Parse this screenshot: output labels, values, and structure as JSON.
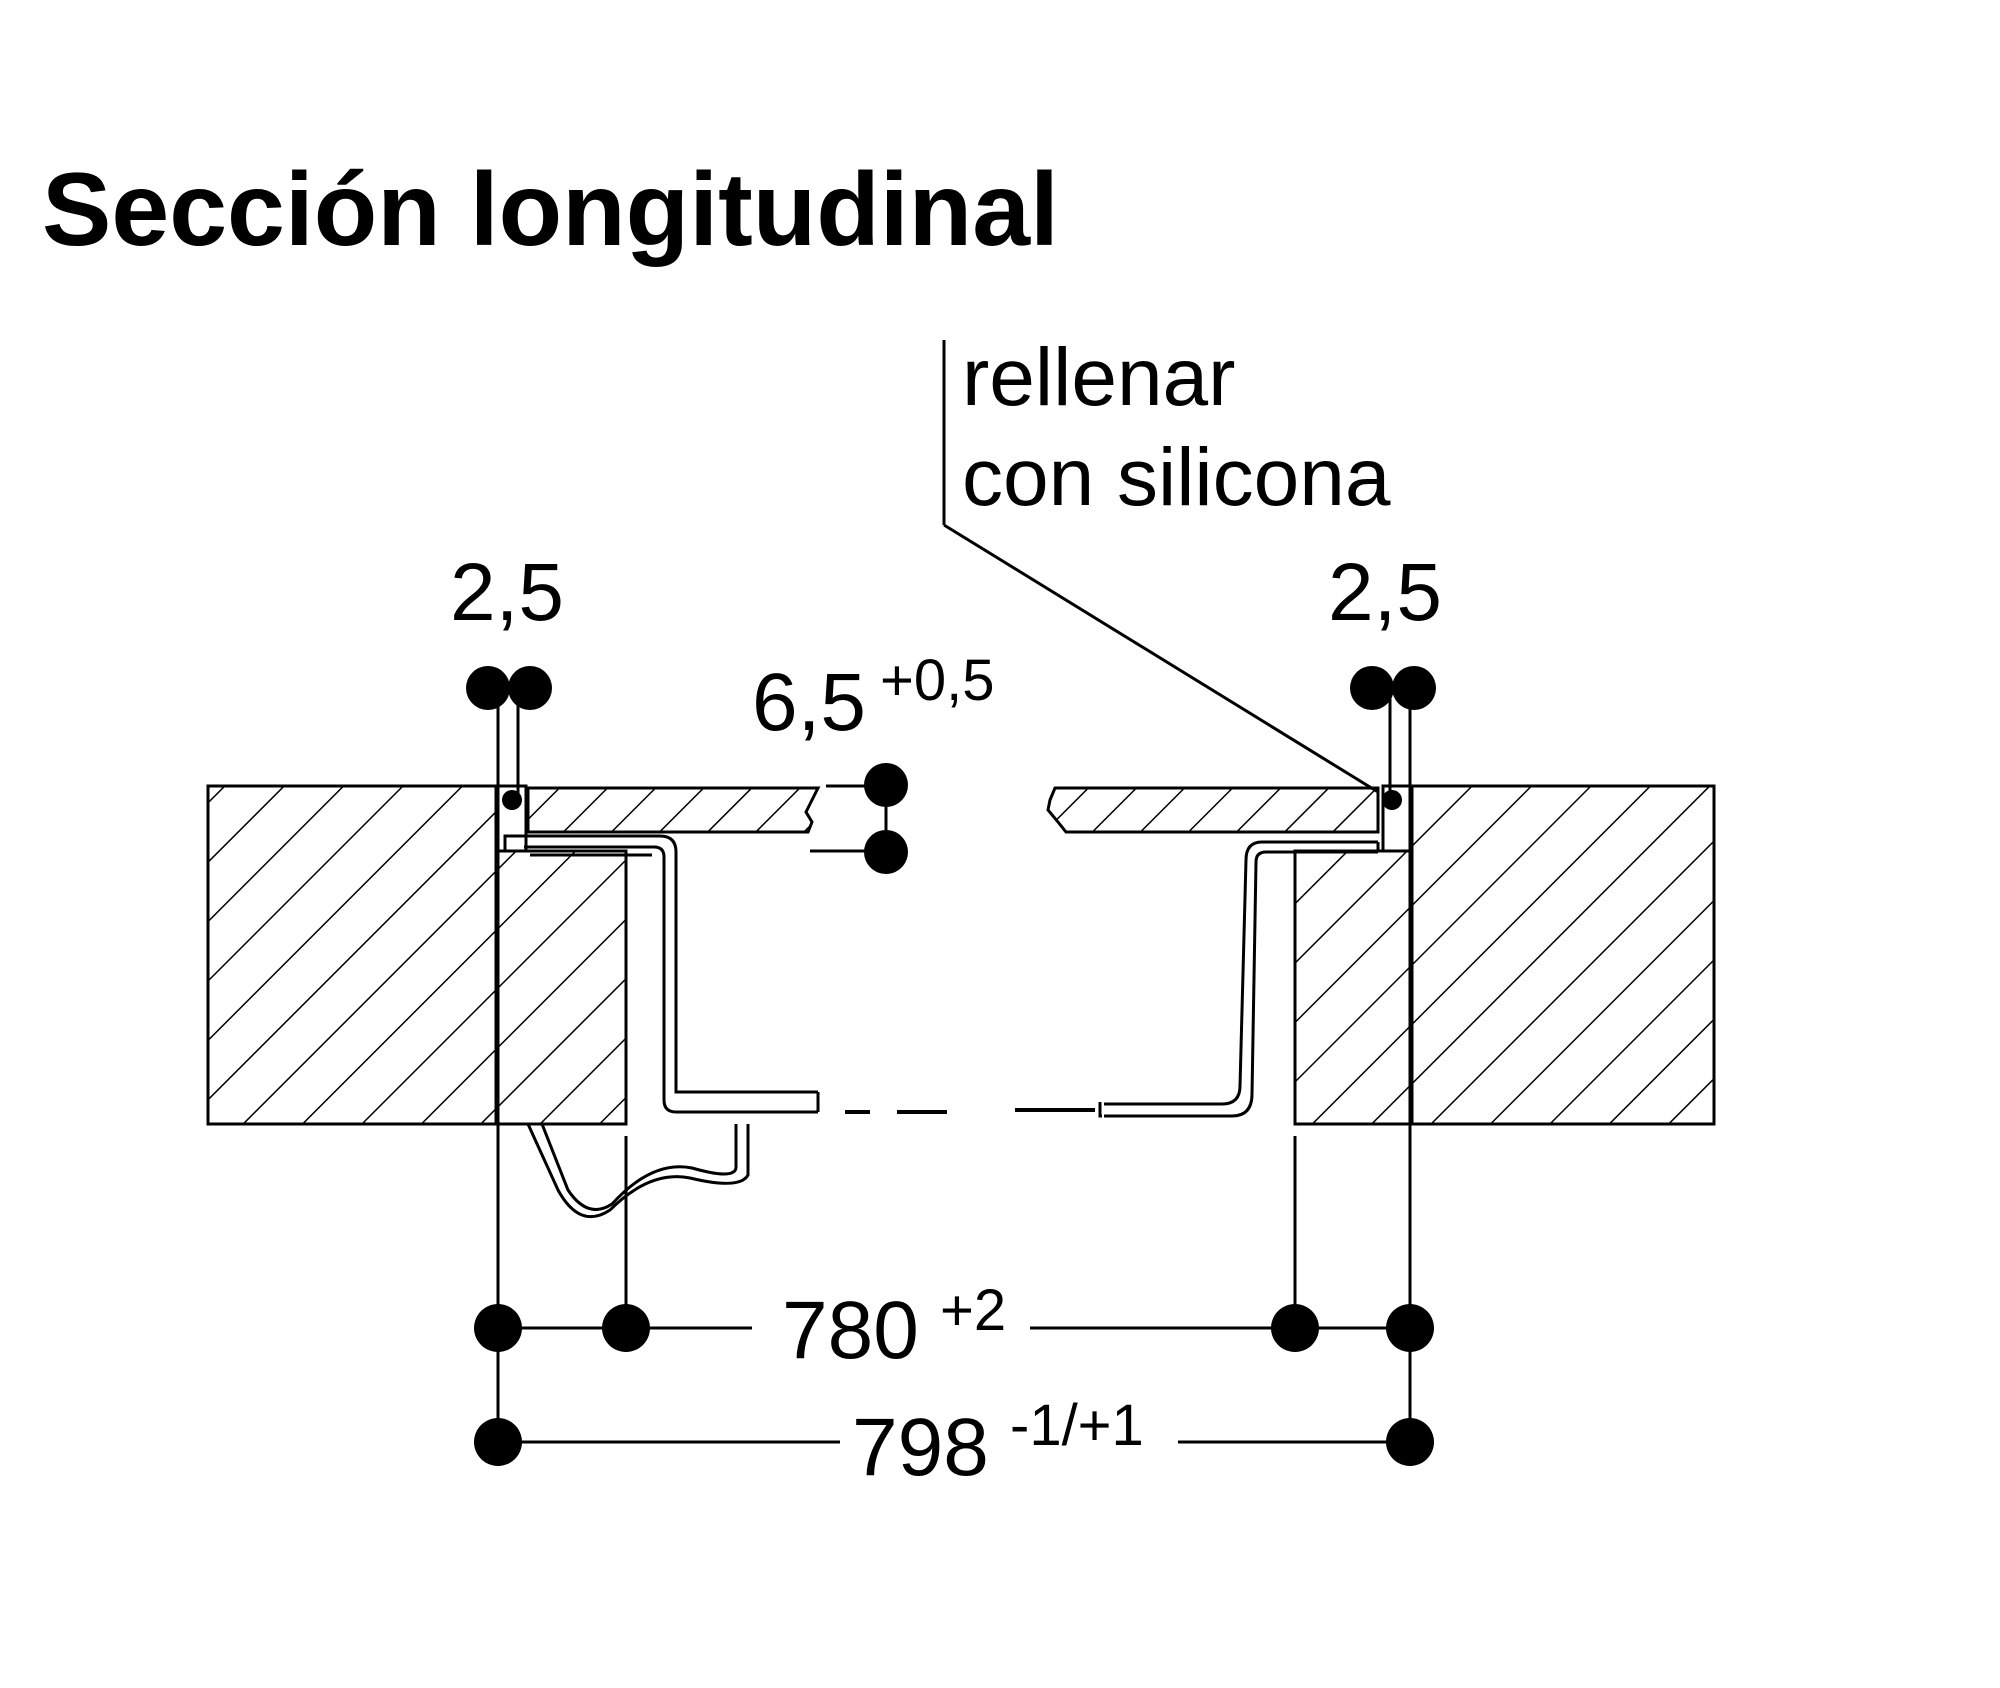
{
  "title": "Sección longitudinal",
  "annotation": {
    "line1": "rellenar",
    "line2": "con silicona"
  },
  "dimensions": {
    "gap_left": "2,5",
    "gap_right": "2,5",
    "thickness_value": "6,5",
    "thickness_tol": "+0,5",
    "cutout_value": "780",
    "cutout_tol": "+2",
    "overall_value": "798",
    "overall_tol": "-1/+1"
  },
  "colors": {
    "ink": "#000000",
    "background": "#ffffff"
  }
}
